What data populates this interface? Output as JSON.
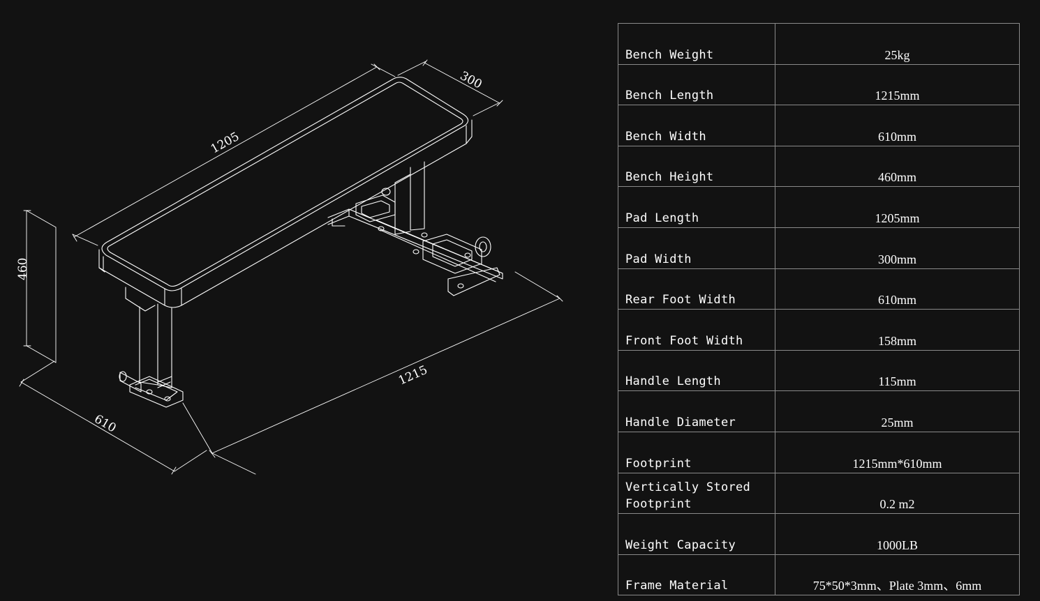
{
  "drawing": {
    "dimensions": {
      "pad_length": "1205",
      "pad_width": "300",
      "height": "460",
      "foot_width": "610",
      "total_length": "1215"
    }
  },
  "specs": [
    {
      "label": "Bench Weight",
      "value": "25kg"
    },
    {
      "label": "Bench Length",
      "value": "1215mm"
    },
    {
      "label": "Bench Width",
      "value": "610mm"
    },
    {
      "label": "Bench Height",
      "value": "460mm"
    },
    {
      "label": "Pad Length",
      "value": "1205mm"
    },
    {
      "label": "Pad Width",
      "value": "300mm"
    },
    {
      "label": "Rear Foot Width",
      "value": "610mm"
    },
    {
      "label": "Front Foot Width",
      "value": "158mm"
    },
    {
      "label": "Handle Length",
      "value": "115mm"
    },
    {
      "label": "Handle Diameter",
      "value": "25mm"
    },
    {
      "label": "Footprint",
      "value": "1215mm*610mm"
    },
    {
      "label": "Vertically Stored\nFootprint",
      "value": "0.2 m2"
    },
    {
      "label": "Weight Capacity",
      "value": "1000LB"
    },
    {
      "label": "Frame Material",
      "value": "75*50*3mm、Plate 3mm、6mm"
    }
  ],
  "colors": {
    "background": "#121212",
    "line": "#ffffff",
    "table_border": "#8a8a8a"
  }
}
